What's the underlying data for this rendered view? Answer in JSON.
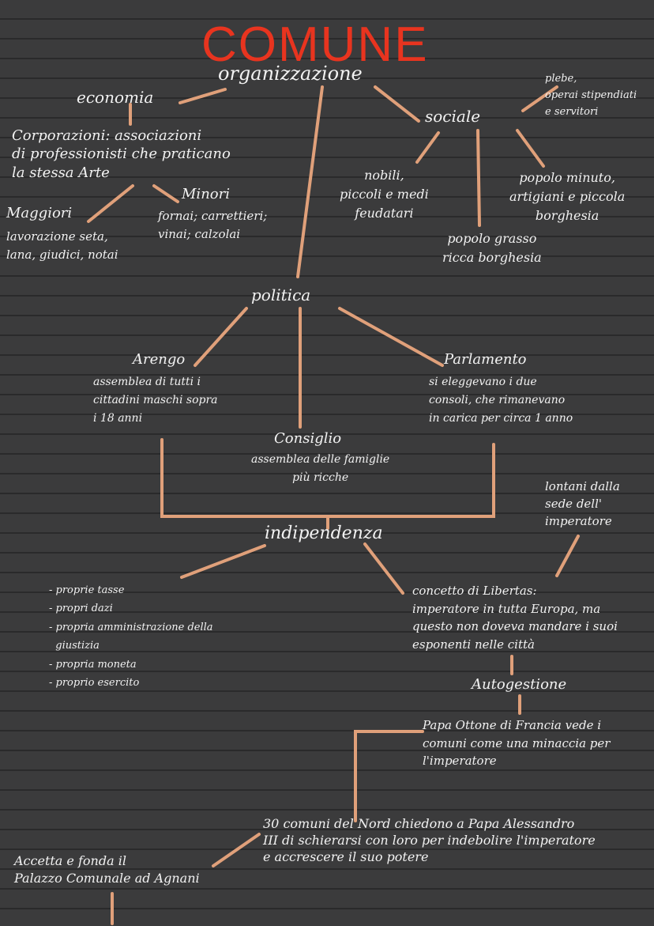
{
  "title": "COMUNE",
  "subtitle": "organizzazione",
  "economia": {
    "label": "economia",
    "corporazioni": "Corporazioni: associazioni\ndi professionisti che praticano\nla stessa Arte",
    "maggiori_title": "Maggiori",
    "maggiori_text": "lavorazione seta,\nlana, giudici, notai",
    "minori_title": "Minori",
    "minori_text": "fornai; carrettieri;\nvinai; calzolai"
  },
  "sociale": {
    "label": "sociale",
    "plebe": "plebe,\noperai stipendiati\ne servitori",
    "nobili": "nobili,\npiccoli e medi\nfeudatari",
    "popolo_minuto": "popolo minuto,\nartigiani e piccola\nborghesia",
    "popolo_grasso": "popolo grasso\nricca borghesia"
  },
  "politica": {
    "label": "politica",
    "arengo_title": "Arengo",
    "arengo_text": "assemblea di tutti i\ncittadini maschi sopra\ni 18 anni",
    "consiglio_title": "Consiglio",
    "consiglio_text": "assemblea delle famiglie\npiù ricche",
    "parlamento_title": "Parlamento",
    "parlamento_text": "si eleggevano i due\nconsoli, che rimanevano\nin carica per circa 1 anno"
  },
  "indipendenza": {
    "label": "indipendenza",
    "lontani": "lontani dalla\nsede dell'\nimperatore",
    "list": "- proprie tasse\n- propri dazi\n- propria amministrazione della\n  giustizia\n- propria moneta\n- proprio esercito",
    "libertas": "concetto di Libertas:\nimperatore in tutta Europa, ma\nquesto non doveva mandare i suoi\nesponenti nelle città",
    "autogestione": "Autogestione",
    "papa_ottone": "Papa Ottone di Francia vede i\ncomuni come una minaccia per\nl'imperatore",
    "trenta_comuni": "30 comuni del Nord chiedono a Papa Alessandro\nIII di schierarsi con loro per indebolire l'imperatore\ne accrescere il suo potere",
    "accetta": "Accetta e fonda il\nPalazzo Comunale ad Agnani"
  },
  "colors": {
    "background": "#3b3b3c",
    "title": "#e8341f",
    "connector": "#e0a07a",
    "text": "#f2f2f2"
  }
}
